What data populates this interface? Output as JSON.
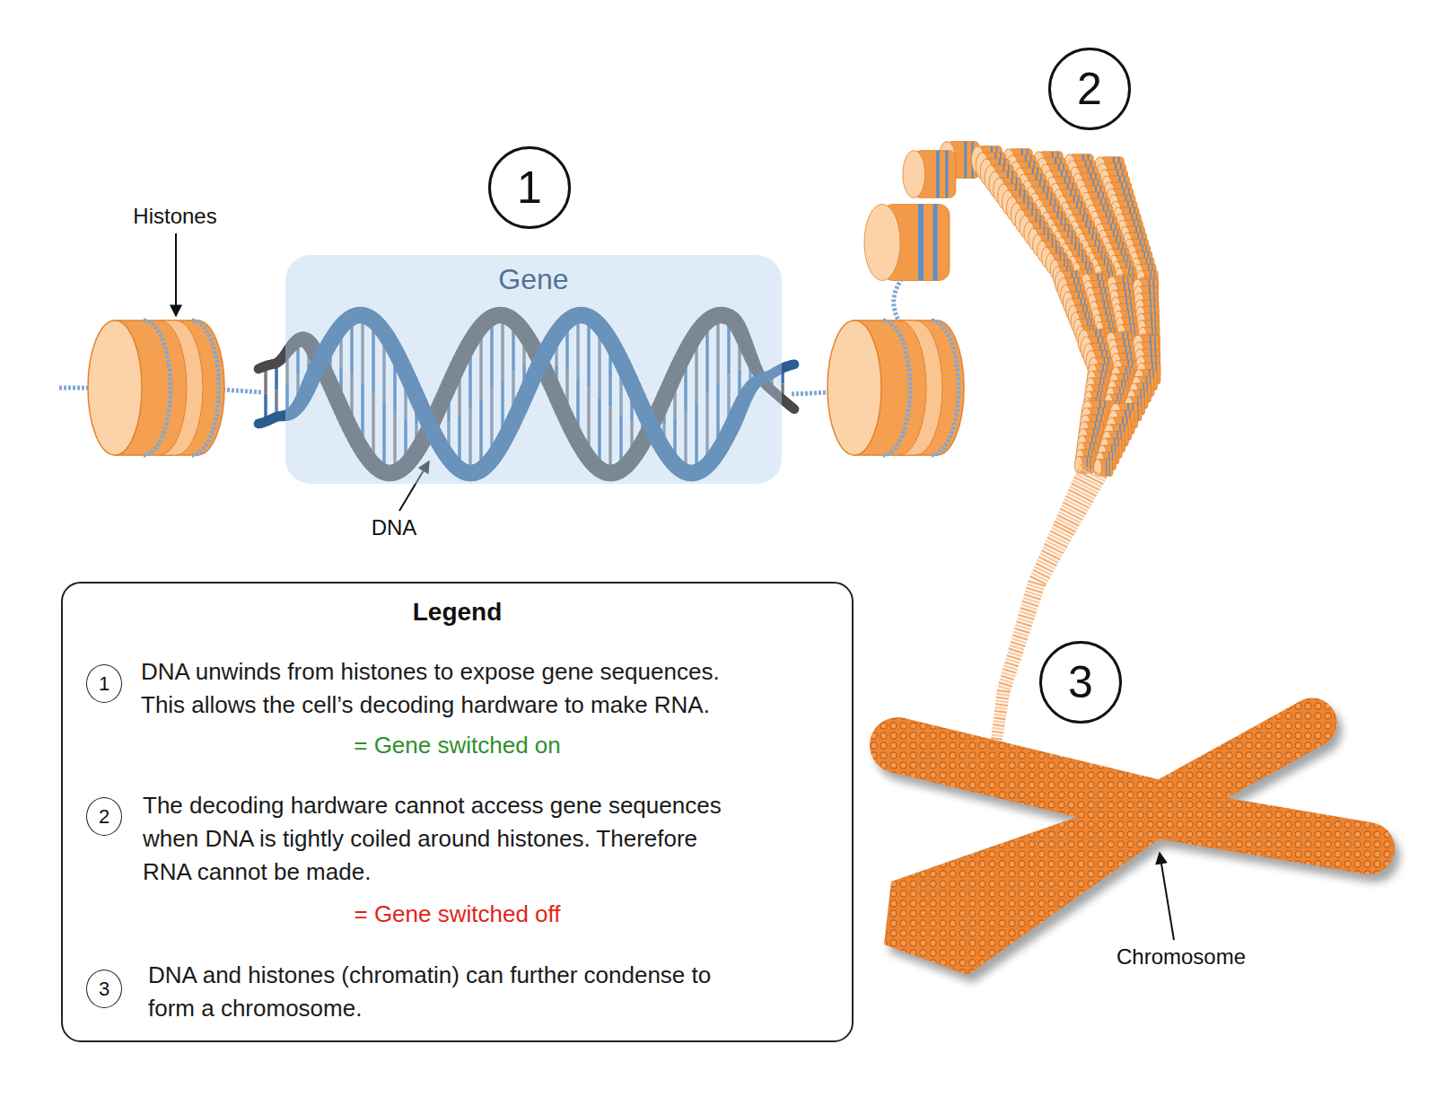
{
  "diagram": {
    "nodes": [
      {
        "text": [
          "1"
        ]
      },
      {
        "text": [
          "2"
        ]
      },
      {
        "text": [
          "3"
        ]
      },
      {
        "text": [
          "Gene"
        ]
      },
      {
        "text": [
          "Legend",
          "DNA unwinds from histones to expose gene sequences. This allows the cell’s decoding hardware to make RNA.",
          "= Gene switched on",
          "The decoding hardware cannot access gene sequences when DNA is tightly coiled around histones. Therefore RNA cannot be made.",
          "= Gene switched off",
          "DNA and histones (chromatin) can further condense to form a chromosome."
        ]
      },
      {
        "text": [
          "1"
        ],
        "in": 4
      },
      {
        "text": [
          "2"
        ],
        "in": 4
      },
      {
        "text": [
          "3"
        ],
        "in": 4
      }
    ],
    "labels": [
      "Histones",
      "DNA",
      "Chromosome"
    ]
  }
}
